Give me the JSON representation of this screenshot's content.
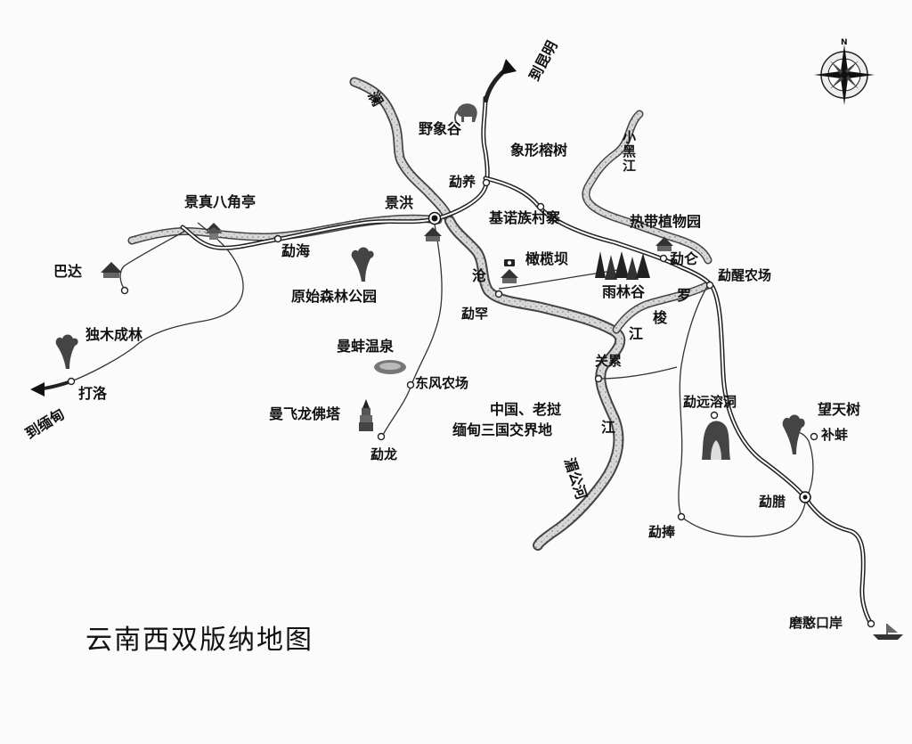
{
  "map": {
    "title": "云南西双版纳地图",
    "compass": {
      "north_label": "N"
    },
    "destinations": [
      {
        "id": "to-kunming",
        "label": "到昆明"
      },
      {
        "id": "to-myanmar",
        "label": "到缅甸"
      }
    ],
    "places": [
      {
        "id": "yexianggu",
        "label": "野象谷"
      },
      {
        "id": "xiangxing-rongshu",
        "label": "象形榕树"
      },
      {
        "id": "mengyang",
        "label": "勐养"
      },
      {
        "id": "jinghong",
        "label": "景洪"
      },
      {
        "id": "jinuo-village",
        "label": "基诺族村寨"
      },
      {
        "id": "tropical-garden",
        "label": "热带植物园"
      },
      {
        "id": "menglun",
        "label": "勐仑"
      },
      {
        "id": "mengxing-farm",
        "label": "勐醒农场"
      },
      {
        "id": "ganlanba",
        "label": "橄榄坝"
      },
      {
        "id": "rainforest-valley",
        "label": "雨林谷"
      },
      {
        "id": "menghan",
        "label": "勐罕"
      },
      {
        "id": "jingzhen-pavilion",
        "label": "景真八角亭"
      },
      {
        "id": "menghai",
        "label": "勐海"
      },
      {
        "id": "primeval-forest",
        "label": "原始森林公园"
      },
      {
        "id": "bada",
        "label": "巴达"
      },
      {
        "id": "dumu-chenglin",
        "label": "独木成林"
      },
      {
        "id": "daluo",
        "label": "打洛"
      },
      {
        "id": "manbeng-hotspring",
        "label": "曼蚌温泉"
      },
      {
        "id": "dongfeng-farm",
        "label": "东风农场"
      },
      {
        "id": "manfeilong-pagoda",
        "label": "曼飞龙佛塔"
      },
      {
        "id": "menglong",
        "label": "勐龙"
      },
      {
        "id": "guanlei",
        "label": "关累"
      },
      {
        "id": "tri-border",
        "label": "中国、老挝"
      },
      {
        "id": "tri-border-2",
        "label": "缅甸三国交界地"
      },
      {
        "id": "mengyuan-cave",
        "label": "勐远溶洞"
      },
      {
        "id": "wangtianshu",
        "label": "望天树"
      },
      {
        "id": "bubang",
        "label": "补蚌"
      },
      {
        "id": "mengla",
        "label": "勐腊"
      },
      {
        "id": "mengpeng",
        "label": "勐捧"
      },
      {
        "id": "mohan-port",
        "label": "磨憨口岸"
      }
    ],
    "rivers": [
      {
        "id": "lancang-1",
        "label": "沧"
      },
      {
        "id": "lancang-2",
        "label": "澜"
      },
      {
        "id": "luosuo-1",
        "label": "罗"
      },
      {
        "id": "luosuo-2",
        "label": "梭"
      },
      {
        "id": "luosuo-3",
        "label": "江"
      },
      {
        "id": "mekong-lower",
        "label": "江"
      },
      {
        "id": "mekong",
        "label": "湄公河"
      },
      {
        "id": "xiaoheijiang",
        "label": "小黑江"
      }
    ]
  }
}
